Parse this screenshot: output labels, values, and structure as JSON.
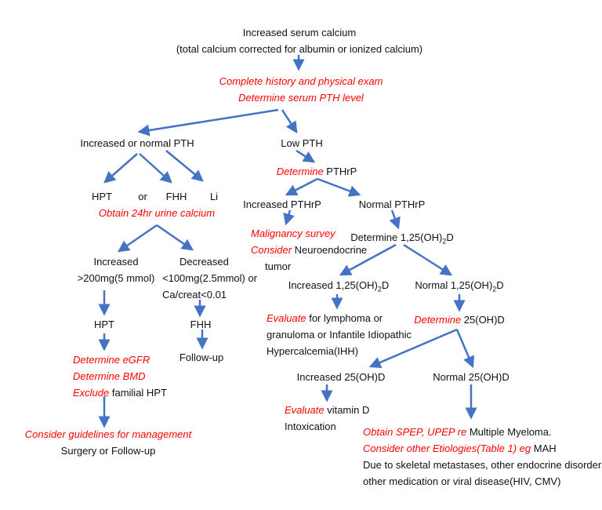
{
  "nodes": {
    "root": {
      "line1": "Increased serum calcium",
      "line2": "(total calcium corrected for albumin or ionized calcium)"
    },
    "initial_step": {
      "line1": "Complete history and physical exam",
      "line2": "Determine serum PTH level"
    },
    "pth_increased_normal": "Increased or normal PTH",
    "pth_low": "Low PTH",
    "determine_pthrp": {
      "red": "Determine",
      "black": " PTHrP"
    },
    "hpt": "HPT",
    "or": "or",
    "fhh": "FHH",
    "li": "Li",
    "obtain_urine_calcium": "Obtain 24hr urine calcium",
    "pthrp_increased": "Increased PTHrP",
    "pthrp_normal": "Normal PTHrP",
    "malignancy": {
      "line1": "Malignancy survey",
      "line2_red": "Consider",
      "line2_black": " Neuroendocrine",
      "line3": "tumor"
    },
    "determine_125": {
      "text": "Determine 1,25(OH)",
      "sub": "2",
      "tail": "D"
    },
    "urine_increased": {
      "line1": "Increased",
      "line2": ">200mg(5 mmol)"
    },
    "urine_decreased": {
      "line1": "Decreased",
      "line2": "<100mg(2.5mmol)  or",
      "line3": "Ca/creat<0.01"
    },
    "inc_125": {
      "text": "Increased 1,25(OH)",
      "sub": "2",
      "tail": "D"
    },
    "norm_125": {
      "text": "Normal 1,25(OH)",
      "sub": "2",
      "tail": "D"
    },
    "hpt2": "HPT",
    "fhh2": "FHH",
    "evaluate_lymphoma": {
      "line1_red": "Evaluate",
      "line1_black": " for lymphoma or",
      "line2": "granuloma or Infantile Idiopathic",
      "line3": "Hypercalcemia(IHH)"
    },
    "determine_25": {
      "red": "Determine",
      "black": " 25(OH)D"
    },
    "hpt_actions": {
      "line1": "Determine eGFR",
      "line2": "Determine BMD",
      "line3_red": "Exclude",
      "line3_black": " familial HPT"
    },
    "follow_up": "Follow-up",
    "inc_25": "Increased 25(OH)D",
    "norm_25": "Normal 25(OH)D",
    "evaluate_vitd": {
      "line1_red": "Evaluate",
      "line1_black": " vitamin D",
      "line2": "Intoxication"
    },
    "guidelines": {
      "line1": "Consider guidelines for management",
      "line2": "Surgery or Follow-up"
    },
    "myeloma": {
      "line1_red": "Obtain SPEP, UPEP re",
      "line1_black": " Multiple Myeloma.",
      "line2_red": "Consider other Etiologies(Table 1) eg",
      "line2_black": " MAH",
      "line3": "Due to skeletal metastases, other endocrine disorders,",
      "line4": "other medication or viral disease(HIV, CMV)"
    }
  },
  "colors": {
    "arrow": "#4472c4",
    "action_text": "#ff0000",
    "text": "#111111"
  }
}
